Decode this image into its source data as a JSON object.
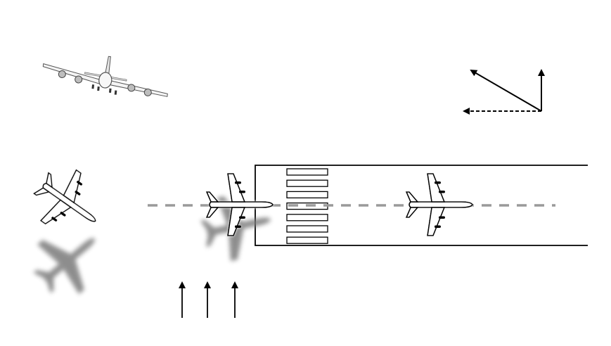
{
  "diagram": {
    "scene": "crosswind-landing",
    "background_color": "#ffffff",
    "line_color": "#000000",
    "centerline_color": "#9a9a9a",
    "shadow_color": "#7a7a7a",
    "icons": [
      "airplane-front-view-icon",
      "airplane-top-view-icon",
      "wind-arrow-icon",
      "vector-arrow-icon"
    ],
    "threshold_stripe_count": 7,
    "wind_arrow_count": 3,
    "vector_diagram": {
      "components": [
        "resultant",
        "vertical",
        "horizontal-dashed"
      ]
    }
  }
}
